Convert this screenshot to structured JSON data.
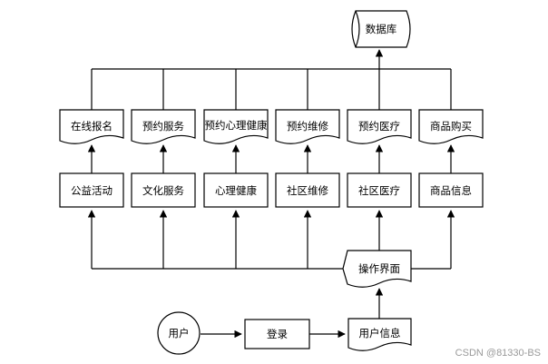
{
  "diagram": {
    "database": "数据库",
    "functions": [
      "在线报名",
      "预约服务",
      "预约心理健康",
      "预约维修",
      "预约医疗",
      "商品购买"
    ],
    "info": [
      "公益活动",
      "文化服务",
      "心理健康",
      "社区维修",
      "社区医疗",
      "商品信息"
    ],
    "operation_ui": "操作界面",
    "user": "用户",
    "login": "登录",
    "user_info": "用户信息",
    "colors": {
      "line": "#000000",
      "fill": "#ffffff"
    }
  },
  "watermark": "CSDN @81330-BS"
}
